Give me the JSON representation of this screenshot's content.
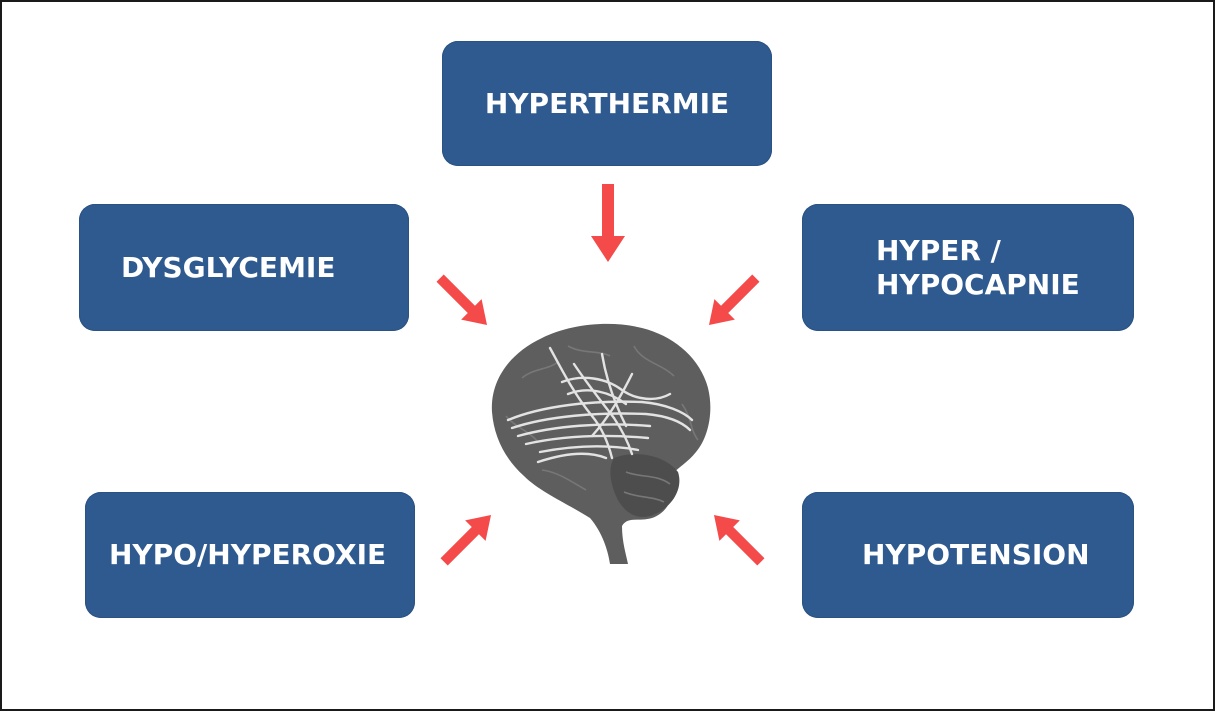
{
  "diagram": {
    "center_image": "brain-icon",
    "factors": {
      "top": "HYPERTHERMIE",
      "upper_left": "DYSGLYCEMIE",
      "upper_right": "HYPER /\nHYPOCAPNIE",
      "lower_left": "HYPO/HYPEROXIE",
      "lower_right": "HYPOTENSION"
    },
    "colors": {
      "box_fill": "#2f5a8f",
      "box_text": "#ffffff",
      "arrow": "#f44a4a",
      "brain": "#5e5e5e",
      "fibers": "#e3e3e3",
      "frame_border": "#1a1a1a"
    },
    "icons": [
      "arrow-down-icon",
      "arrow-diagonal-icon"
    ]
  }
}
